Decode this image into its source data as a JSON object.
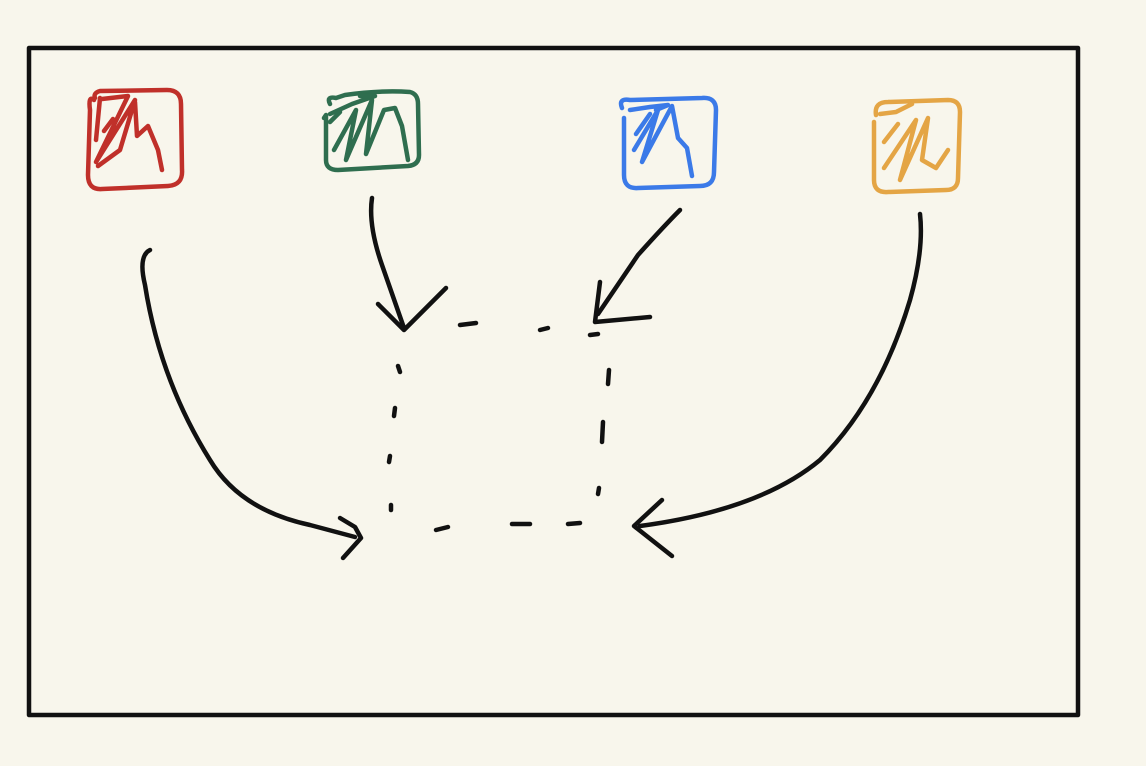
{
  "diagram": {
    "background": "#f8f6ec",
    "frame_color": "#111111",
    "source_boxes": [
      {
        "name": "red-sketch-box",
        "color": "#c0302a"
      },
      {
        "name": "green-sketch-box",
        "color": "#2f6e4f"
      },
      {
        "name": "blue-sketch-box",
        "color": "#3b7ae8"
      },
      {
        "name": "orange-sketch-box",
        "color": "#e4a545"
      }
    ],
    "target": {
      "name": "dashed-target-box",
      "style": "dashed"
    },
    "arrows": [
      {
        "from": "red-sketch-box",
        "to": "dashed-target-box"
      },
      {
        "from": "green-sketch-box",
        "to": "dashed-target-box"
      },
      {
        "from": "blue-sketch-box",
        "to": "dashed-target-box"
      },
      {
        "from": "orange-sketch-box",
        "to": "dashed-target-box"
      }
    ]
  }
}
